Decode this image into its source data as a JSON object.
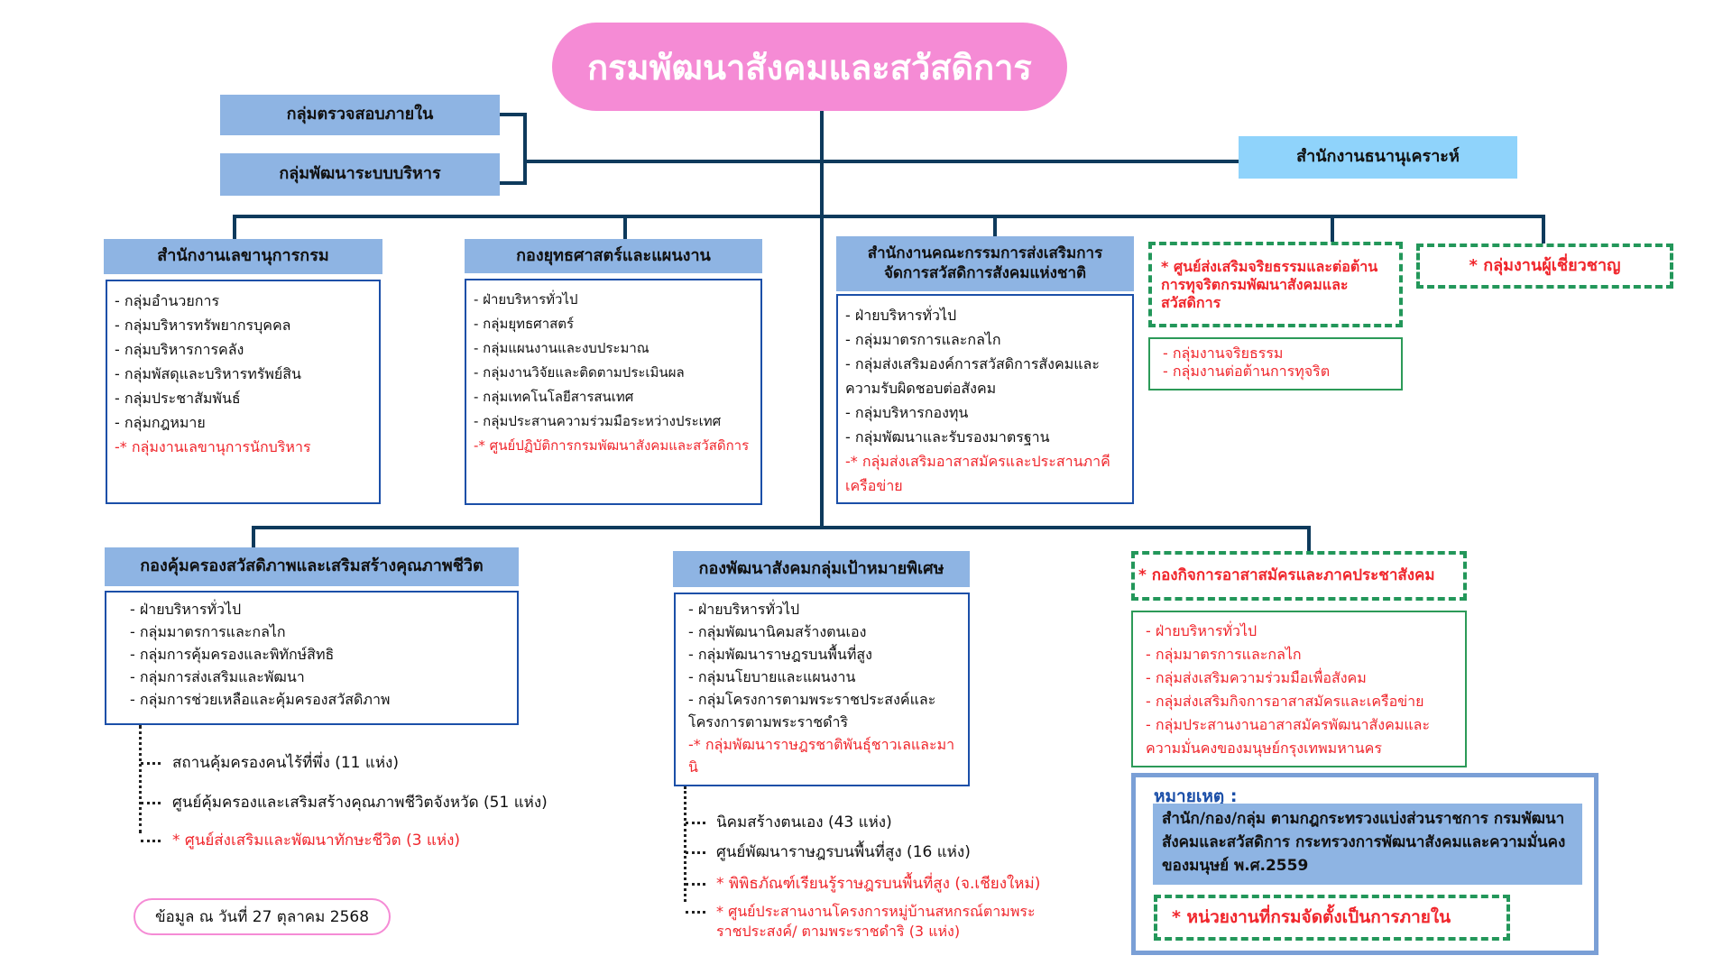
{
  "title": "กรมพัฒนาสังคมและสวัสดิการ",
  "staff_units": [
    "กลุ่มตรวจสอบภายใน",
    "กลุ่มพัฒนาระบบบริหาร"
  ],
  "affiliated_unit": "สำนักงานธนานุเคราะห์",
  "colors": {
    "title_bg": "#f58bd5",
    "header_bg": "#8eb4e3",
    "line": "#0e3a5c",
    "internal": "#f0262c",
    "dash_border": "#23975a"
  },
  "units_row1": [
    {
      "name": "สำนักงานเลขานุการกรม",
      "items": [
        {
          "text": "- กลุ่มอำนวยการ",
          "internal": false
        },
        {
          "text": "- กลุ่มบริหารทรัพยากรบุคคล",
          "internal": false
        },
        {
          "text": "- กลุ่มบริหารการคลัง",
          "internal": false
        },
        {
          "text": "- กลุ่มพัสดุและบริหารทรัพย์สิน",
          "internal": false
        },
        {
          "text": "- กลุ่มประชาสัมพันธ์",
          "internal": false
        },
        {
          "text": "- กลุ่มกฎหมาย",
          "internal": false
        },
        {
          "text": "-* กลุ่มงานเลขานุการนักบริหาร",
          "internal": true
        }
      ]
    },
    {
      "name": "กองยุทธศาสตร์และแผนงาน",
      "items": [
        {
          "text": "- ฝ่ายบริหารทั่วไป",
          "internal": false
        },
        {
          "text": "- กลุ่มยุทธศาสตร์",
          "internal": false
        },
        {
          "text": "- กลุ่มแผนงานและงบประมาณ",
          "internal": false
        },
        {
          "text": "- กลุ่มงานวิจัยและติดตามประเมินผล",
          "internal": false
        },
        {
          "text": "- กลุ่มเทคโนโลยีสารสนเทศ",
          "internal": false
        },
        {
          "text": "- กลุ่มประสานความร่วมมือระหว่างประเทศ",
          "internal": false
        },
        {
          "text": "-* ศูนย์ปฏิบัติการกรมพัฒนาสังคมและสวัสดิการ",
          "internal": true
        }
      ]
    },
    {
      "name": "สำนักงานคณะกรรมการส่งเสริมการจัดการสวัสดิการสังคมแห่งชาติ",
      "items": [
        {
          "text": "- ฝ่ายบริหารทั่วไป",
          "internal": false
        },
        {
          "text": "- กลุ่มมาตรการและกลไก",
          "internal": false
        },
        {
          "text": "- กลุ่มส่งเสริมองค์การสวัสดิการสังคมและความรับผิดชอบต่อสังคม",
          "internal": false
        },
        {
          "text": "- กลุ่มบริหารกองทุน",
          "internal": false
        },
        {
          "text": "- กลุ่มพัฒนาและรับรองมาตรฐาน",
          "internal": false
        },
        {
          "text": "-* กลุ่มส่งเสริมอาสาสมัครและประสานภาคีเครือข่าย",
          "internal": true
        }
      ]
    },
    {
      "name": "* ศูนย์ส่งเสริมจริยธรรมและต่อต้านการทุจริตกรมพัฒนาสังคมและสวัสดิการ",
      "items": [
        {
          "text": "- กลุ่มงานจริยธรรม",
          "internal": true
        },
        {
          "text": "- กลุ่มงานต่อต้านการทุจริต",
          "internal": true
        }
      ]
    },
    {
      "name": "* กลุ่มงานผู้เชี่ยวชาญ",
      "items": []
    }
  ],
  "units_row2": [
    {
      "name": "กองคุ้มครองสวัสดิภาพและเสริมสร้างคุณภาพชีวิต",
      "items": [
        {
          "text": "- ฝ่ายบริหารทั่วไป",
          "internal": false
        },
        {
          "text": "- กลุ่มมาตรการและกลไก",
          "internal": false
        },
        {
          "text": "- กลุ่มการคุ้มครองและพิทักษ์สิทธิ",
          "internal": false
        },
        {
          "text": "- กลุ่มการส่งเสริมและพัฒนา",
          "internal": false
        },
        {
          "text": "- กลุ่มการช่วยเหลือและคุ้มครองสวัสดิภาพ",
          "internal": false
        }
      ],
      "subsidiaries": [
        {
          "text": "สถานคุ้มครองคนไร้ที่พึ่ง (11 แห่ง)",
          "internal": false
        },
        {
          "text": "ศูนย์คุ้มครองและเสริมสร้างคุณภาพชีวิตจังหวัด (51 แห่ง)",
          "internal": false
        },
        {
          "text": "* ศูนย์ส่งเสริมและพัฒนาทักษะชีวิต (3 แห่ง)",
          "internal": true
        }
      ]
    },
    {
      "name": "กองพัฒนาสังคมกลุ่มเป้าหมายพิเศษ",
      "items": [
        {
          "text": "- ฝ่ายบริหารทั่วไป",
          "internal": false
        },
        {
          "text": "- กลุ่มพัฒนานิคมสร้างตนเอง",
          "internal": false
        },
        {
          "text": "- กลุ่มพัฒนาราษฎรบนพื้นที่สูง",
          "internal": false
        },
        {
          "text": "- กลุ่มนโยบายและแผนงาน",
          "internal": false
        },
        {
          "text": "- กลุ่มโครงการตามพระราชประสงค์และโครงการตามพระราชดำริ",
          "internal": false
        },
        {
          "text": "-* กลุ่มพัฒนาราษฎรชาติพันธุ์ชาวเลและมานิ",
          "internal": true
        }
      ],
      "subsidiaries": [
        {
          "text": "นิคมสร้างตนเอง (43 แห่ง)",
          "internal": false
        },
        {
          "text": "ศูนย์พัฒนาราษฎรบนพื้นที่สูง (16 แห่ง)",
          "internal": false
        },
        {
          "text": "* พิพิธภัณฑ์เรียนรู้ราษฎรบนพื้นที่สูง (จ.เชียงใหม่)",
          "internal": true
        },
        {
          "text": "* ศูนย์ประสานงานโครงการหมู่บ้านสหกรณ์ตามพระราชประสงค์/ ตามพระราชดำริ (3 แห่ง)",
          "internal": true
        }
      ]
    },
    {
      "name": "* กองกิจการอาสาสมัครและภาคประชาสังคม",
      "items": [
        {
          "text": "- ฝ่ายบริหารทั่วไป",
          "internal": true
        },
        {
          "text": "- กลุ่มมาตรการและกลไก",
          "internal": true
        },
        {
          "text": "- กลุ่มส่งเสริมความร่วมมือเพื่อสังคม",
          "internal": true
        },
        {
          "text": "- กลุ่มส่งเสริมกิจการอาสาสมัครและเครือข่าย",
          "internal": true
        },
        {
          "text": "- กลุ่มประสานงานอาสาสมัครพัฒนาสังคมและความมั่นคงของมนุษย์กรุงเทพมหานคร",
          "internal": true
        }
      ]
    }
  ],
  "note": {
    "label": "หมายเหตุ :",
    "text": "สำนัก/กอง/กลุ่ม ตามกฎกระทรวงแบ่งส่วนราชการ กรมพัฒนาสังคมและสวัสดิการ กระทรวงการพัฒนาสังคมและความมั่นคงของมนุษย์ พ.ศ.2559",
    "internal_legend": "* หน่วยงานที่กรมจัดตั้งเป็นการภายใน"
  },
  "data_date": "ข้อมูล ณ วันที่ 27 ตุลาคม 2568"
}
